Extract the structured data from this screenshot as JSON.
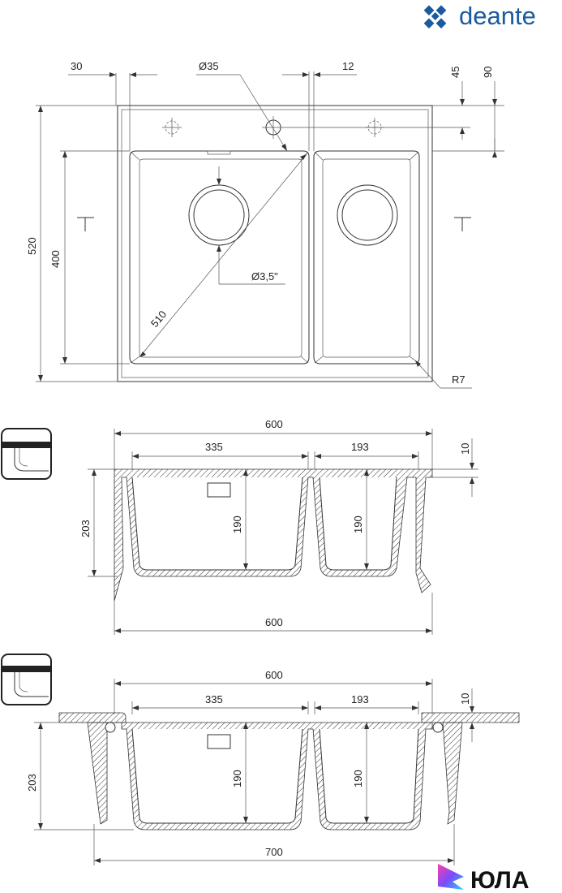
{
  "brand": {
    "name": "deante",
    "color": "#1a5a9e"
  },
  "watermark": {
    "name": "ЮЛА"
  },
  "top_view": {
    "dims": {
      "d30": "30",
      "d35": "Ø35",
      "d12": "12",
      "d45": "45",
      "d90": "90",
      "d520": "520",
      "d400": "400",
      "d510": "510",
      "drain": "Ø3,5\"",
      "radius": "R7"
    }
  },
  "section_1": {
    "dims": {
      "w600_top": "600",
      "w335": "335",
      "w193": "193",
      "d10": "10",
      "h203": "203",
      "h190a": "190",
      "h190b": "190",
      "w600_bottom": "600"
    }
  },
  "section_2": {
    "dims": {
      "w600": "600",
      "w335": "335",
      "w193": "193",
      "d10": "10",
      "h203": "203",
      "h190a": "190",
      "h190b": "190",
      "w700": "700"
    }
  }
}
